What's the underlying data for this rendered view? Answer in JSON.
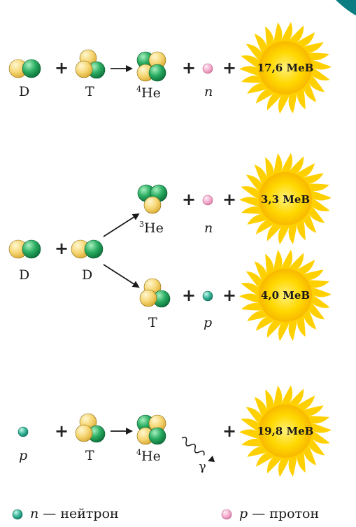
{
  "reactions": [
    {
      "reactant1": "D",
      "reactant2": "T",
      "product_main_sup": "4",
      "product_main": "He",
      "product_particle": "n",
      "energy": "17,6 MeB"
    },
    {
      "reactant1": "D",
      "reactant2": "D",
      "branch_top": {
        "product_sup": "3",
        "product": "He",
        "particle": "n",
        "energy": "3,3 MeB"
      },
      "branch_bottom": {
        "product": "T",
        "particle": "p",
        "energy": "4,0 MeB"
      }
    },
    {
      "reactant1": "p",
      "reactant2": "T",
      "product_main_sup": "4",
      "product_main": "He",
      "gamma": "γ",
      "energy": "19,8 MeB"
    }
  ],
  "legend": {
    "neutron_symbol": "n",
    "neutron_text": "— нейтрон",
    "proton_symbol": "p",
    "proton_text": "— протон"
  },
  "colors": {
    "neutron": "#2eaa8a",
    "proton": "#f3a6cb",
    "nucleon_yellow": "#f4d46c",
    "nucleon_green": "#1f9a5a",
    "sun": "#ffd400",
    "corner": "#0a7d82"
  }
}
